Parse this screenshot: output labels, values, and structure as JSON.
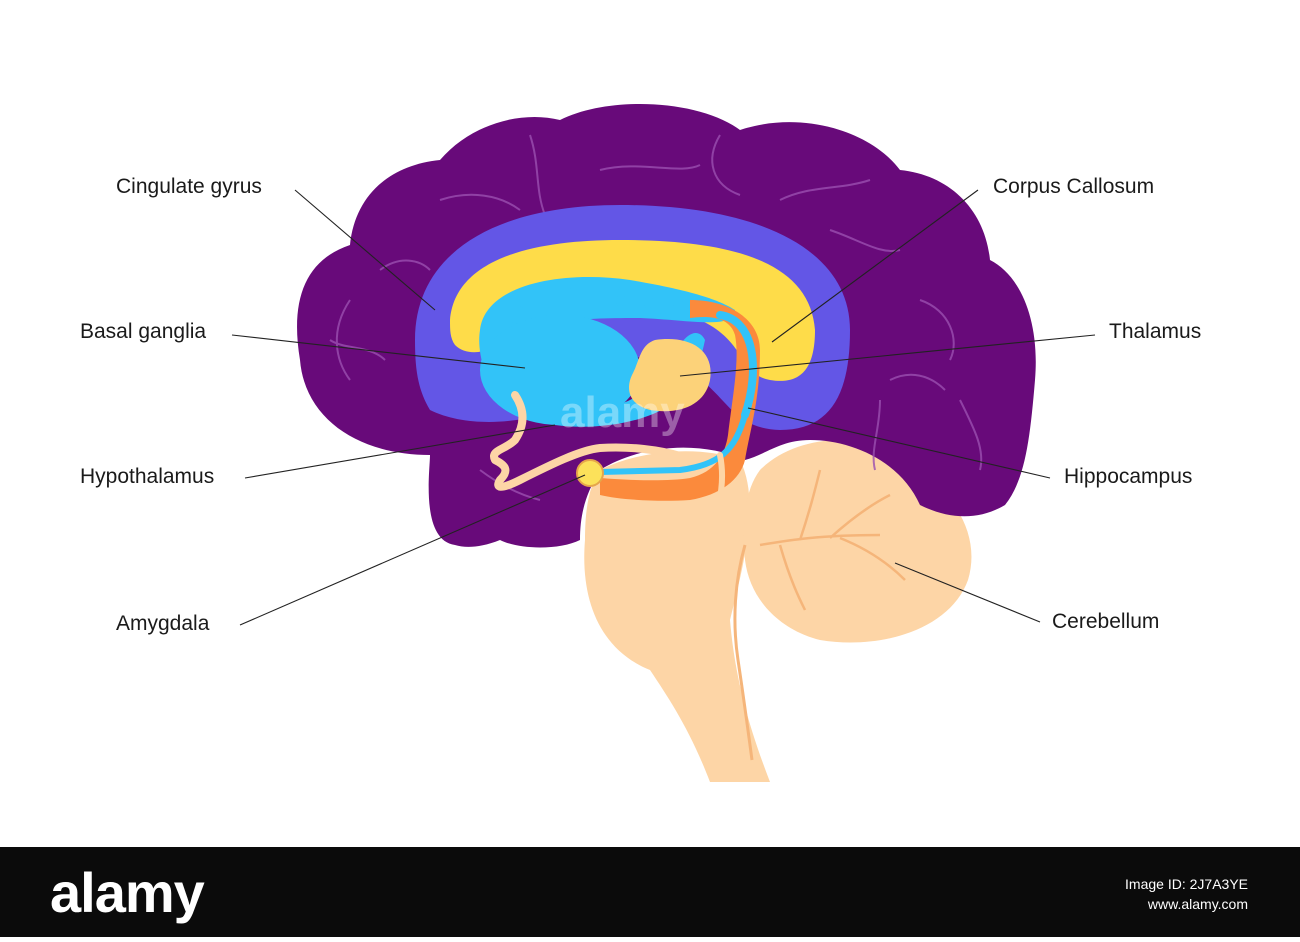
{
  "labels": {
    "cingulate_gyrus": "Cingulate gyrus",
    "basal_ganglia": "Basal ganglia",
    "hypothalamus": "Hypothalamus",
    "amygdala": "Amygdala",
    "corpus_callosum": "Corpus Callosum",
    "thalamus": "Thalamus",
    "hippocampus": "Hippocampus",
    "cerebellum": "Cerebellum"
  },
  "watermark": "alamy",
  "footer": {
    "logo": "alamy",
    "image_id": "Image ID: 2J7A3YE",
    "site": "www.alamy.com"
  },
  "colors": {
    "cortex": "#680a7a",
    "cortex_vein": "#9b4fb0",
    "cingulate": "#6356e6",
    "corpus_callosum": "#fedc49",
    "basal_ganglia": "#32c3f8",
    "thalamus": "#fcd279",
    "hippocampus": "#fb8a3c",
    "brainstem": "#fdd5a6",
    "amygdala": "#fce15a",
    "leader_line": "#222222"
  }
}
